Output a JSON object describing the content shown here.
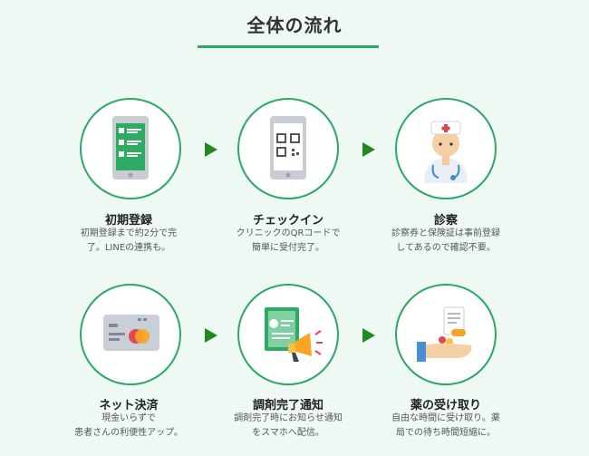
{
  "section_title": "全体の流れ",
  "steps": [
    {
      "icon": "registration-phone-icon",
      "title": "初期登録",
      "desc": "初期登録まで約2分で完\n了。LINEの連携も。"
    },
    {
      "icon": "qr-phone-icon",
      "title": "チェックイン",
      "desc": "クリニックのQRコードで\n簡単に受付完了。"
    },
    {
      "icon": "doctor-icon",
      "title": "診察",
      "desc": "診察券と保険証は事前登録\nしてあるので確認不要。"
    },
    {
      "icon": "credit-card-icon",
      "title": "ネット決済",
      "desc": "現金いらずで\n患者さんの利便性アップ。"
    },
    {
      "icon": "notification-megaphone-icon",
      "title": "調剤完了通知",
      "desc": "調剤完了時にお知らせ通知\nをスマホへ配信。"
    },
    {
      "icon": "medicine-hand-icon",
      "title": "薬の受け取り",
      "desc": "自由な時間に受け取り。薬\n局での待ち時間短縮に。"
    }
  ],
  "colors": {
    "accent": "#2aa866",
    "arrow": "#1f8a1f",
    "background": "#eef9f4"
  }
}
